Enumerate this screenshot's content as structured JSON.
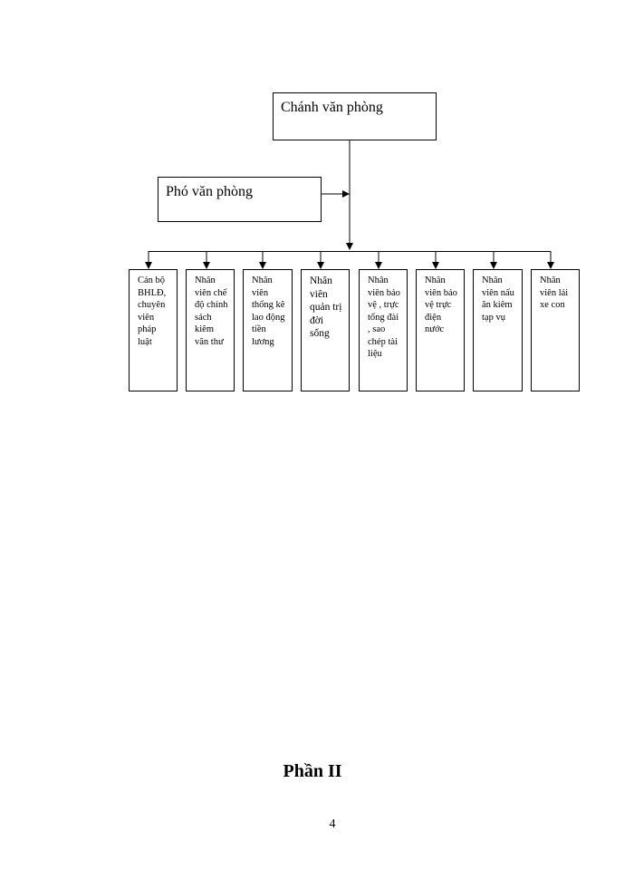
{
  "org_chart": {
    "head": {
      "label": "Chánh văn phòng"
    },
    "deputy": {
      "label": "Phó văn phòng"
    },
    "staff": [
      {
        "label": "Cán bộ BHLĐ, chuyên viên pháp luật"
      },
      {
        "label": "Nhân viên chế độ chính sách kiêm văn thư"
      },
      {
        "label": "Nhân viên thống kê lao động tiền lương"
      },
      {
        "label": "Nhân viên quản trị đời sống"
      },
      {
        "label": "Nhân viên bảo vệ , trực tổng đài , sao chép tài liệu"
      },
      {
        "label": "Nhân viên bảo vệ trực điện nước"
      },
      {
        "label": "Nhân viên nấu ăn kiêm tạp vụ"
      },
      {
        "label": "Nhân viên lái xe con"
      }
    ]
  },
  "section_heading": "Phần II",
  "page_number": "4"
}
